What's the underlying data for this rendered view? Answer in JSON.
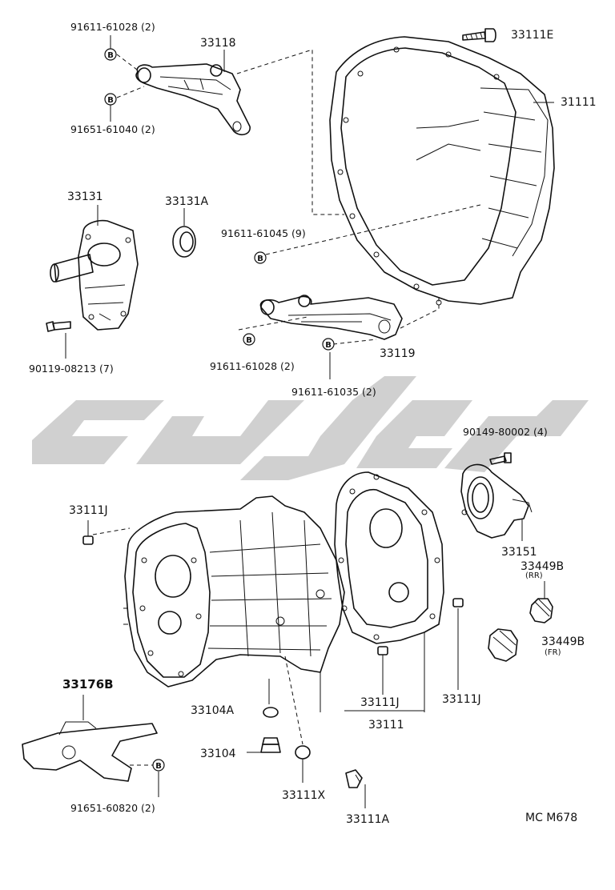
{
  "labels": {
    "p_91611_61028_top": "91611-61028 (2)",
    "p_33118": "33118",
    "p_91651_61040": "91651-61040 (2)",
    "p_33111E": "33111E",
    "p_31111": "31111",
    "p_33131": "33131",
    "p_33131A": "33131A",
    "p_91611_61045": "91611-61045 (9)",
    "p_90119_08213": "90119-08213 (7)",
    "p_91611_61028_mid": "91611-61028 (2)",
    "p_33119": "33119",
    "p_91611_61035": "91611-61035 (2)",
    "p_90149_80002": "90149-80002 (4)",
    "p_33111J_left": "33111J",
    "p_33151": "33151",
    "p_33449B_rr": "33449B",
    "p_33449B_rr_sub": "(RR)",
    "p_33449B_fr": "33449B",
    "p_33449B_fr_sub": "(FR)",
    "p_33176B": "33176B",
    "p_33104A": "33104A",
    "p_33104": "33104",
    "p_33111X": "33111X",
    "p_33111A": "33111A",
    "p_33111J_mid": "33111J",
    "p_33111_mid": "33111",
    "p_33111J_right": "33111J",
    "p_91651_60820": "91651-60820 (2)",
    "code": "MC M678"
  },
  "badge_letter": "B",
  "colors": {
    "line": "#111111",
    "watermark": "#c8c8c8",
    "background": "#ffffff"
  }
}
